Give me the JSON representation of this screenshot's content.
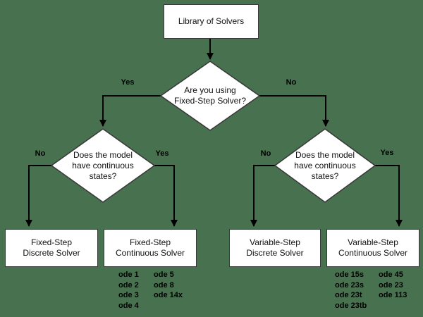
{
  "colors": {
    "background": "#47714f",
    "shape_fill": "#ffffff",
    "shape_border": "#383838",
    "connector": "#000000",
    "text": "#111111"
  },
  "flowchart": {
    "root_label": "Library of Solvers",
    "top_decision": {
      "lines": [
        "Are you using",
        "Fixed-Step Solver?"
      ],
      "yes": "Yes",
      "no": "No"
    },
    "left_decision": {
      "lines": [
        "Does the model",
        "have continuous",
        "states?"
      ],
      "yes": "Yes",
      "no": "No"
    },
    "right_decision": {
      "lines": [
        "Does the model",
        "have continuous",
        "states?"
      ],
      "yes": "Yes",
      "no": "No"
    },
    "outcomes": {
      "fixed_discrete": {
        "lines": [
          "Fixed-Step",
          "Discrete Solver"
        ]
      },
      "fixed_continuous": {
        "lines": [
          "Fixed-Step",
          "Continuous Solver"
        ],
        "solver_columns": [
          [
            "ode 1",
            "ode 2",
            "ode 3",
            "ode 4"
          ],
          [
            "ode 5",
            "ode 8",
            "ode 14x"
          ]
        ]
      },
      "variable_discrete": {
        "lines": [
          "Variable-Step",
          "Discrete Solver"
        ]
      },
      "variable_continuous": {
        "lines": [
          "Variable-Step",
          "Continuous Solver"
        ],
        "solver_columns": [
          [
            "ode 15s",
            "ode 23s",
            "ode 23t",
            "ode 23tb"
          ],
          [
            "ode 45",
            "ode 23",
            "ode 113"
          ]
        ]
      }
    }
  }
}
